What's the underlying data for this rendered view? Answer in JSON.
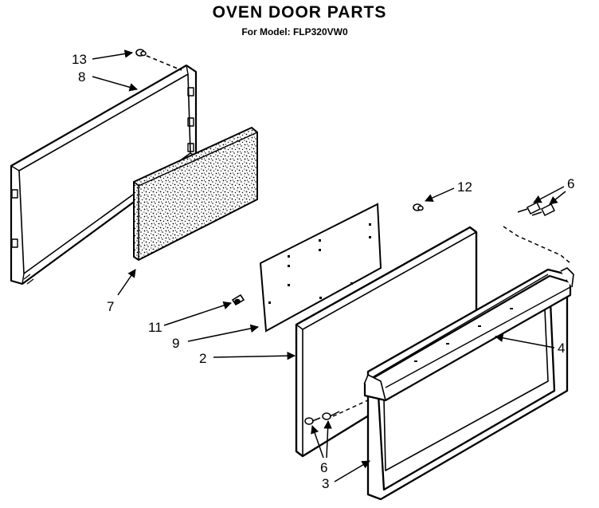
{
  "header": {
    "title": "OVEN DOOR PARTS",
    "subtitle": "For Model: FLP320VW0"
  },
  "callouts": {
    "c13": "13",
    "c8": "8",
    "c7": "7",
    "c11": "11",
    "c9": "9",
    "c2": "2",
    "c12": "12",
    "c6_top": "6",
    "c4": "4",
    "c6_bottom": "6",
    "c3": "3"
  }
}
